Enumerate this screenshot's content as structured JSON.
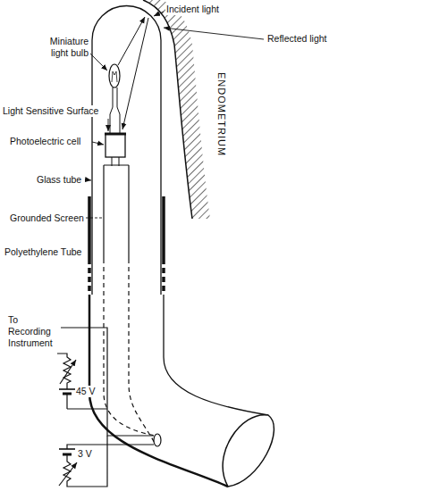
{
  "diagram": {
    "labels": [
      "Incident light",
      "Miniature light bulb",
      "Reflected light",
      "Light Sensitive Surface",
      "Photoelectric cell",
      "Glass tube",
      "Grounded Screen",
      "Polyethylene Tube",
      "To Recording Instrument",
      "45 V",
      "3 V",
      "ENDOMETRIUM"
    ]
  }
}
